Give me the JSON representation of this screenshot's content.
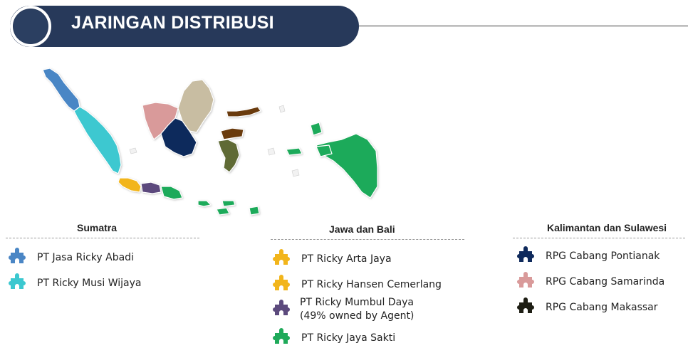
{
  "header": {
    "title": "JARINGAN DISTRIBUSI"
  },
  "colors": {
    "banner": "#27395a",
    "jasa_ricky_abadi": "#4a86c5",
    "ricky_musi_wijaya": "#3cc8d0",
    "ricky_arta_jaya": "#f2b51b",
    "ricky_hansen_cemerlang": "#f2b51b",
    "ricky_mumbul_daya": "#5c4a7d",
    "ricky_jaya_sakti": "#1faa5a",
    "cabang_pontianak": "#0f2a5c",
    "cabang_samarinda": "#d99a9a",
    "cabang_makassar": "#1e1e14",
    "kalimantan_east": "#c8bda2",
    "sulawesi_north": "#6b3b10",
    "sulawesi_south": "#5e6a35"
  },
  "legend": {
    "sumatra": {
      "heading": "Sumatra",
      "items": [
        {
          "label": "PT Jasa Ricky Abadi",
          "color": "#4a86c5"
        },
        {
          "label": "PT Ricky Musi Wijaya",
          "color": "#3cc8d0"
        }
      ]
    },
    "jawa_bali": {
      "heading": "Jawa dan Bali",
      "items": [
        {
          "label": "PT Ricky Arta Jaya",
          "color": "#f2b51b"
        },
        {
          "label": "PT Ricky Hansen Cemerlang",
          "color": "#f2b51b"
        },
        {
          "label_line1": "PT Ricky Mumbul Daya",
          "label_line2": "(49% owned by Agent)",
          "color": "#5c4a7d"
        },
        {
          "label": "PT Ricky Jaya Sakti",
          "color": "#1faa5a"
        }
      ]
    },
    "kalimantan_sulawesi": {
      "heading": "Kalimantan dan Sulawesi",
      "items": [
        {
          "label": "RPG Cabang Pontianak",
          "color": "#0f2a5c"
        },
        {
          "label": "RPG Cabang Samarinda",
          "color": "#d99a9a"
        },
        {
          "label": "RPG Cabang Makassar",
          "color": "#1e1e14"
        }
      ]
    }
  }
}
